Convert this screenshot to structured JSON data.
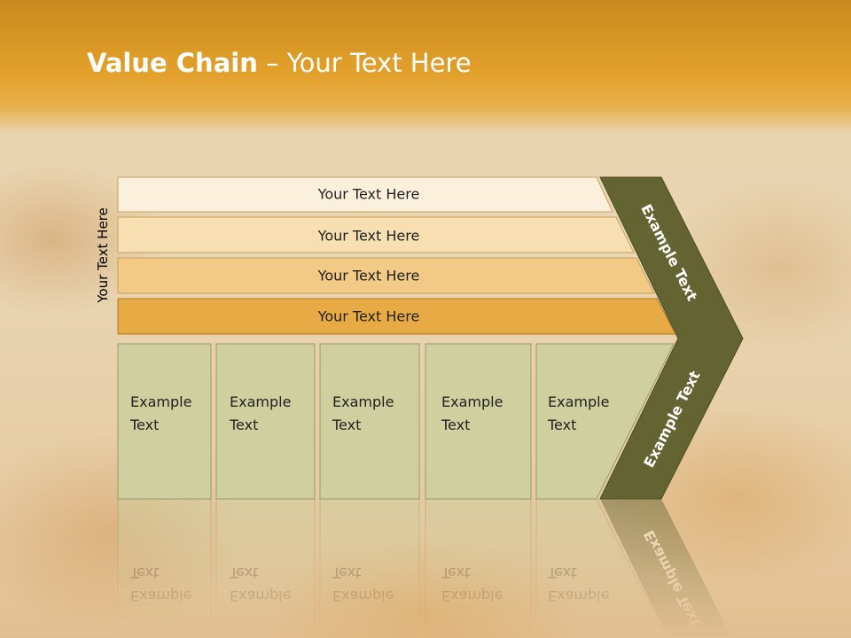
{
  "title": {
    "bold": "Value Chain",
    "rest": " – Your Text Here"
  },
  "vertical_label": "Your Text Here",
  "bars": [
    {
      "label": "Your Text Here",
      "fill": "#faf0dc"
    },
    {
      "label": "Your Text Here",
      "fill": "#f7dfb2"
    },
    {
      "label": "Your Text Here",
      "fill": "#f2c985"
    },
    {
      "label": "Your Text Here",
      "fill": "#e8aa45"
    }
  ],
  "boxes": [
    {
      "line1": "Example",
      "line2": "Text"
    },
    {
      "line1": "Example",
      "line2": "Text"
    },
    {
      "line1": "Example",
      "line2": "Text"
    },
    {
      "line1": "Example",
      "line2": "Text"
    },
    {
      "line1": "Example",
      "line2": "Text"
    }
  ],
  "chevron": {
    "upper_label": "Example Text",
    "lower_label": "Example Text",
    "color": "#646432"
  },
  "box_fill": "#cfcf9f"
}
